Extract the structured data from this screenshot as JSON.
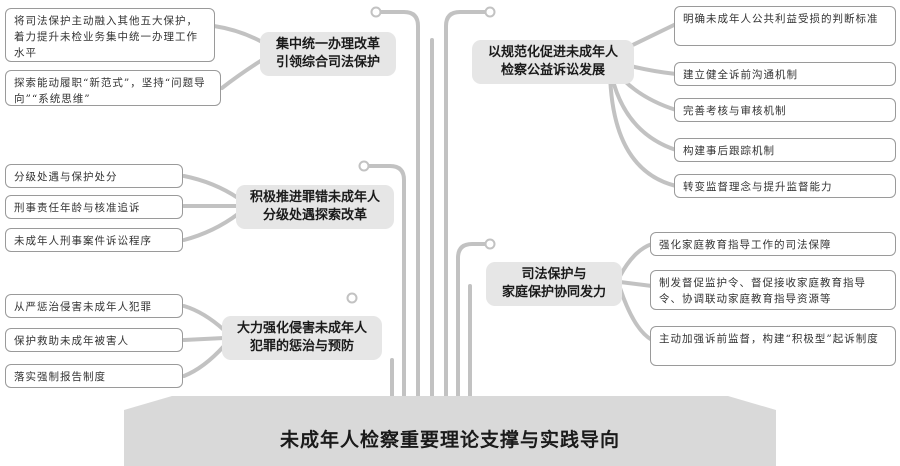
{
  "base_title": "未成年人检察重要理论支撑与实践导向",
  "colors": {
    "wire": "#c2c2c2",
    "hub": "#e6e6e6",
    "base": "#d9d9d9",
    "leaf_border": "#9a9a9a"
  },
  "left_groups": [
    {
      "hub_lines": [
        "集中统一办理改革",
        "引领综合司法保护"
      ],
      "items": [
        "将司法保护主动融入其他五大保护，着力提升未检业务集中统一办理工作水平",
        "探索能动履职“新范式”，坚持“问题导向”“系统思维”"
      ]
    },
    {
      "hub_lines": [
        "积极推进罪错未成年人",
        "分级处遇探索改革"
      ],
      "items": [
        "分级处遇与保护处分",
        "刑事责任年龄与核准追诉",
        "未成年人刑事案件诉讼程序"
      ]
    },
    {
      "hub_lines": [
        "大力强化侵害未成年人",
        "犯罪的惩治与预防"
      ],
      "items": [
        "从严惩治侵害未成年人犯罪",
        "保护救助未成年被害人",
        "落实强制报告制度"
      ]
    }
  ],
  "right_groups": [
    {
      "hub_lines": [
        "以规范化促进未成年人",
        "检察公益诉讼发展"
      ],
      "items": [
        "明确未成年人公共利益受损的判断标准",
        "建立健全诉前沟通机制",
        "完善考核与审核机制",
        "构建事后跟踪机制",
        "转变监督理念与提升监督能力"
      ]
    },
    {
      "hub_lines": [
        "司法保护与",
        "家庭保护协同发力"
      ],
      "items": [
        "强化家庭教育指导工作的司法保障",
        "制发督促监护令、督促接收家庭教育指导令、协调联动家庭教育指导资源等",
        "主动加强诉前监督，构建“积极型”起诉制度"
      ]
    }
  ]
}
